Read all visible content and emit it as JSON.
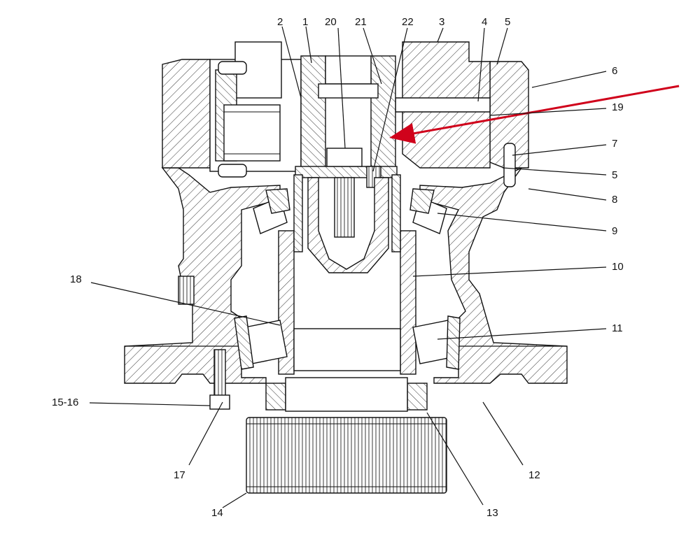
{
  "callouts": [
    {
      "id": "c2",
      "text": "2"
    },
    {
      "id": "c1",
      "text": "1"
    },
    {
      "id": "c20",
      "text": "20"
    },
    {
      "id": "c21",
      "text": "21"
    },
    {
      "id": "c22",
      "text": "22"
    },
    {
      "id": "c3",
      "text": "3"
    },
    {
      "id": "c4",
      "text": "4"
    },
    {
      "id": "c5a",
      "text": "5"
    },
    {
      "id": "c6",
      "text": "6"
    },
    {
      "id": "c19",
      "text": "19"
    },
    {
      "id": "c7",
      "text": "7"
    },
    {
      "id": "c5b",
      "text": "5"
    },
    {
      "id": "c8",
      "text": "8"
    },
    {
      "id": "c9",
      "text": "9"
    },
    {
      "id": "c10",
      "text": "10"
    },
    {
      "id": "c18",
      "text": "18"
    },
    {
      "id": "c11",
      "text": "11"
    },
    {
      "id": "c15_16",
      "text": "15-16"
    },
    {
      "id": "c17",
      "text": "17"
    },
    {
      "id": "c12",
      "text": "12"
    },
    {
      "id": "c14",
      "text": "14"
    },
    {
      "id": "c13",
      "text": "13"
    }
  ],
  "colors": {
    "ink": "#111111",
    "hatch": "#333333",
    "highlight_arrow": "#d0021b",
    "background": "#ffffff"
  }
}
